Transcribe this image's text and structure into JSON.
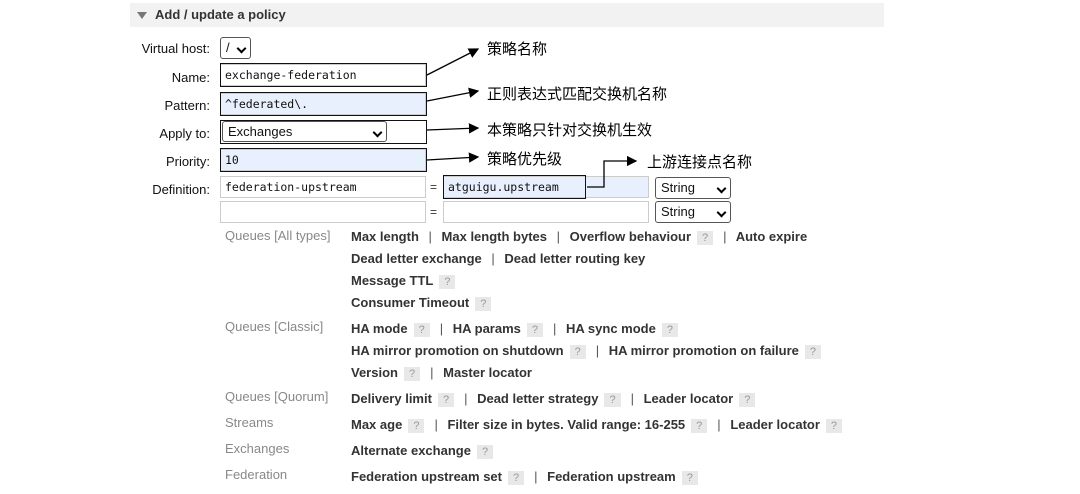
{
  "section": {
    "title": "Add / update a policy"
  },
  "form": {
    "vhost_label": "Virtual host:",
    "vhost_value": "/",
    "name_label": "Name:",
    "name_value": "exchange-federation",
    "pattern_label": "Pattern:",
    "pattern_value": "^federated\\.",
    "apply_label": "Apply to:",
    "apply_value": "Exchanges",
    "priority_label": "Priority:",
    "priority_value": "10",
    "definition_label": "Definition:",
    "def1_key": "federation-upstream",
    "def1_value": "atguigu.upstream",
    "def1_type": "String",
    "def2_key": "",
    "def2_value": "",
    "def2_type": "String",
    "eq": "="
  },
  "annotations": {
    "name": "策略名称",
    "pattern": "正则表达式匹配交换机名称",
    "apply": "本策略只针对交换机生效",
    "priority": "策略优先级",
    "upstream": "上游连接点名称"
  },
  "categories": {
    "all": "Queues [All types]",
    "classic": "Queues [Classic]",
    "quorum": "Queues [Quorum]",
    "streams": "Streams",
    "exchanges": "Exchanges",
    "federation": "Federation"
  },
  "options": {
    "max_length": "Max length",
    "max_length_bytes": "Max length bytes",
    "overflow": "Overflow behaviour",
    "auto_expire": "Auto expire",
    "dlx": "Dead letter exchange",
    "dlrk": "Dead letter routing key",
    "ttl": "Message TTL",
    "consumer_timeout": "Consumer Timeout",
    "ha_mode": "HA mode",
    "ha_params": "HA params",
    "ha_sync": "HA sync mode",
    "ha_promo_shutdown": "HA mirror promotion on shutdown",
    "ha_promo_failure": "HA mirror promotion on failure",
    "version": "Version",
    "master_locator": "Master locator",
    "delivery_limit": "Delivery limit",
    "dl_strategy": "Dead letter strategy",
    "leader_locator": "Leader locator",
    "max_age": "Max age",
    "filter_size": "Filter size in bytes. Valid range: 16-255",
    "stream_leader_locator": "Leader locator",
    "alt_exchange": "Alternate exchange",
    "fed_upstream_set": "Federation upstream set",
    "fed_upstream": "Federation upstream"
  },
  "help": "?",
  "sep": "|"
}
